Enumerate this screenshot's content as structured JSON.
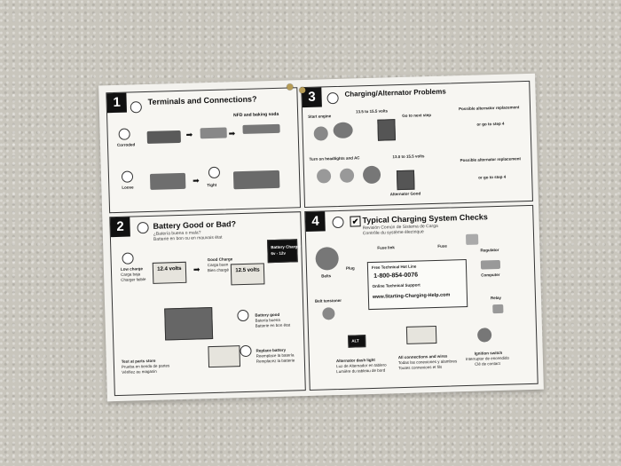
{
  "panel1": {
    "num": "1",
    "title": "Terminals and Connections?",
    "corroded": "Corroded",
    "loose": "Loose",
    "tight": "Tight",
    "nfd": "NFD and baking soda"
  },
  "panel2": {
    "num": "2",
    "title": "Battery Good or Bad?",
    "subtitle_es": "¿Batería buena o mala?",
    "subtitle_fr": "Batterie en bon ou en mauvais état",
    "low_charge": "Low charge",
    "low_charge_es": "Carga baja",
    "low_charge_fr": "Charger faible",
    "battery_charger": "Battery Charger",
    "battery_charger_volts": "6v - 12v",
    "volts_low": "12.4 volts",
    "volts_good": "12.5 volts",
    "good_charge": "Good Charge",
    "good_charge_es": "Carga buen",
    "good_charge_fr": "Bien chargé",
    "battery_good": "Battery good",
    "battery_good_es": "Batería buena",
    "battery_good_fr": "Batterie en bon état",
    "replace_battery": "Replace battery",
    "replace_battery_es": "Reemplace la batería",
    "replace_battery_fr": "Remplacez la batterie",
    "test_at_parts_store": "Test at parts store",
    "test_at_parts_store_es": "Prueba en tienda de partes",
    "test_at_parts_store_fr": "Vérifiez au magasin"
  },
  "panel3": {
    "num": "3",
    "title": "Charging/Alternator Problems",
    "start_engine": "Start engine",
    "volts_135_155": "13.5 to 15.5 volts",
    "go_to_next_step": "Go to next step",
    "possible_alternator_replacement": "Possible alternator replacement",
    "or_go_to_step_4": "or go to step 4",
    "turn_on_headlights": "Turn on headlights and AC",
    "volts_13_155": "13.0 to 15.5 volts",
    "alternator_good": "Alternator Good"
  },
  "panel4": {
    "num": "4",
    "title": "Typical Charging System Checks",
    "subtitle_es": "Revisión Común de Sistema de Carga",
    "subtitle_fr": "Contrôle du système électrique",
    "fuse_link": "Fuse link",
    "fuse": "Fuse",
    "regulator": "Regulator",
    "belts": "Belts",
    "plug": "Plug",
    "belt_tensioner": "Belt tensioner",
    "computer": "Computer",
    "relay": "Relay",
    "hotline_label": "Free Technical Hot Line",
    "hotline_phone": "1-800-854-0076",
    "online_support": "Online Technical Support",
    "website": "www.Starting-Charging-Help.com",
    "alt_light_label": "ALT",
    "alternator_dash_light": "Alternator dash light",
    "alternator_dash_light_es": "Luz de Alternador en tablero",
    "alternator_dash_light_fr": "Lumière du tableau de bord",
    "all_connections": "All connections and wires",
    "all_connections_es": "Todas las conexiones y alambres",
    "all_connections_fr": "Toutes connexions et fils",
    "ignition_switch": "Ignition switch",
    "ignition_switch_es": "Interruptor de encendido",
    "ignition_switch_fr": "Clé de contact"
  }
}
